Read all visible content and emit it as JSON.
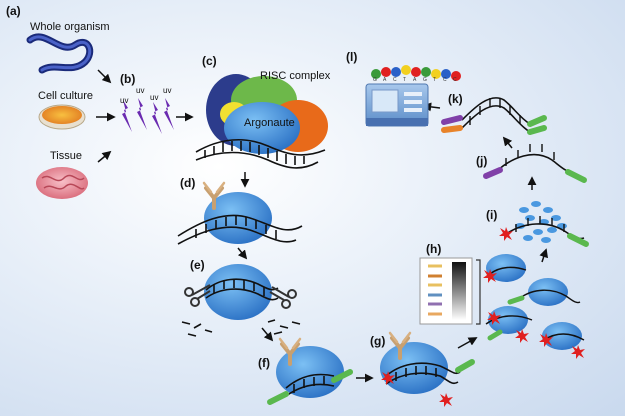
{
  "labels": {
    "a": "(a)",
    "b": "(b)",
    "c": "(c)",
    "d": "(d)",
    "e": "(e)",
    "f": "(f)",
    "g": "(g)",
    "h": "(h)",
    "i": "(i)",
    "j": "(j)",
    "k": "(k)",
    "l": "(l)"
  },
  "text": {
    "whole_organism": "Whole organism",
    "cell_culture": "Cell culture",
    "tissue": "Tissue",
    "risc_complex": "RISC complex",
    "argonaute": "Argonaute",
    "uv": "uv"
  },
  "bases": [
    "G",
    "A",
    "C",
    "T",
    "A",
    "G",
    "T",
    "C",
    "C"
  ],
  "colors": {
    "protein_blue": "#3c88d6",
    "antibody_tan": "#c8a070",
    "adapter_green": "#5ab84e",
    "adapter_orange": "#e8832a",
    "adapter_purple": "#8040a8",
    "risc_navy": "#2c3c8c",
    "risc_green": "#6db84a",
    "risc_yellow": "#f2e030",
    "risc_orange": "#e86a1a",
    "radiolabel_red": "#e02020"
  }
}
